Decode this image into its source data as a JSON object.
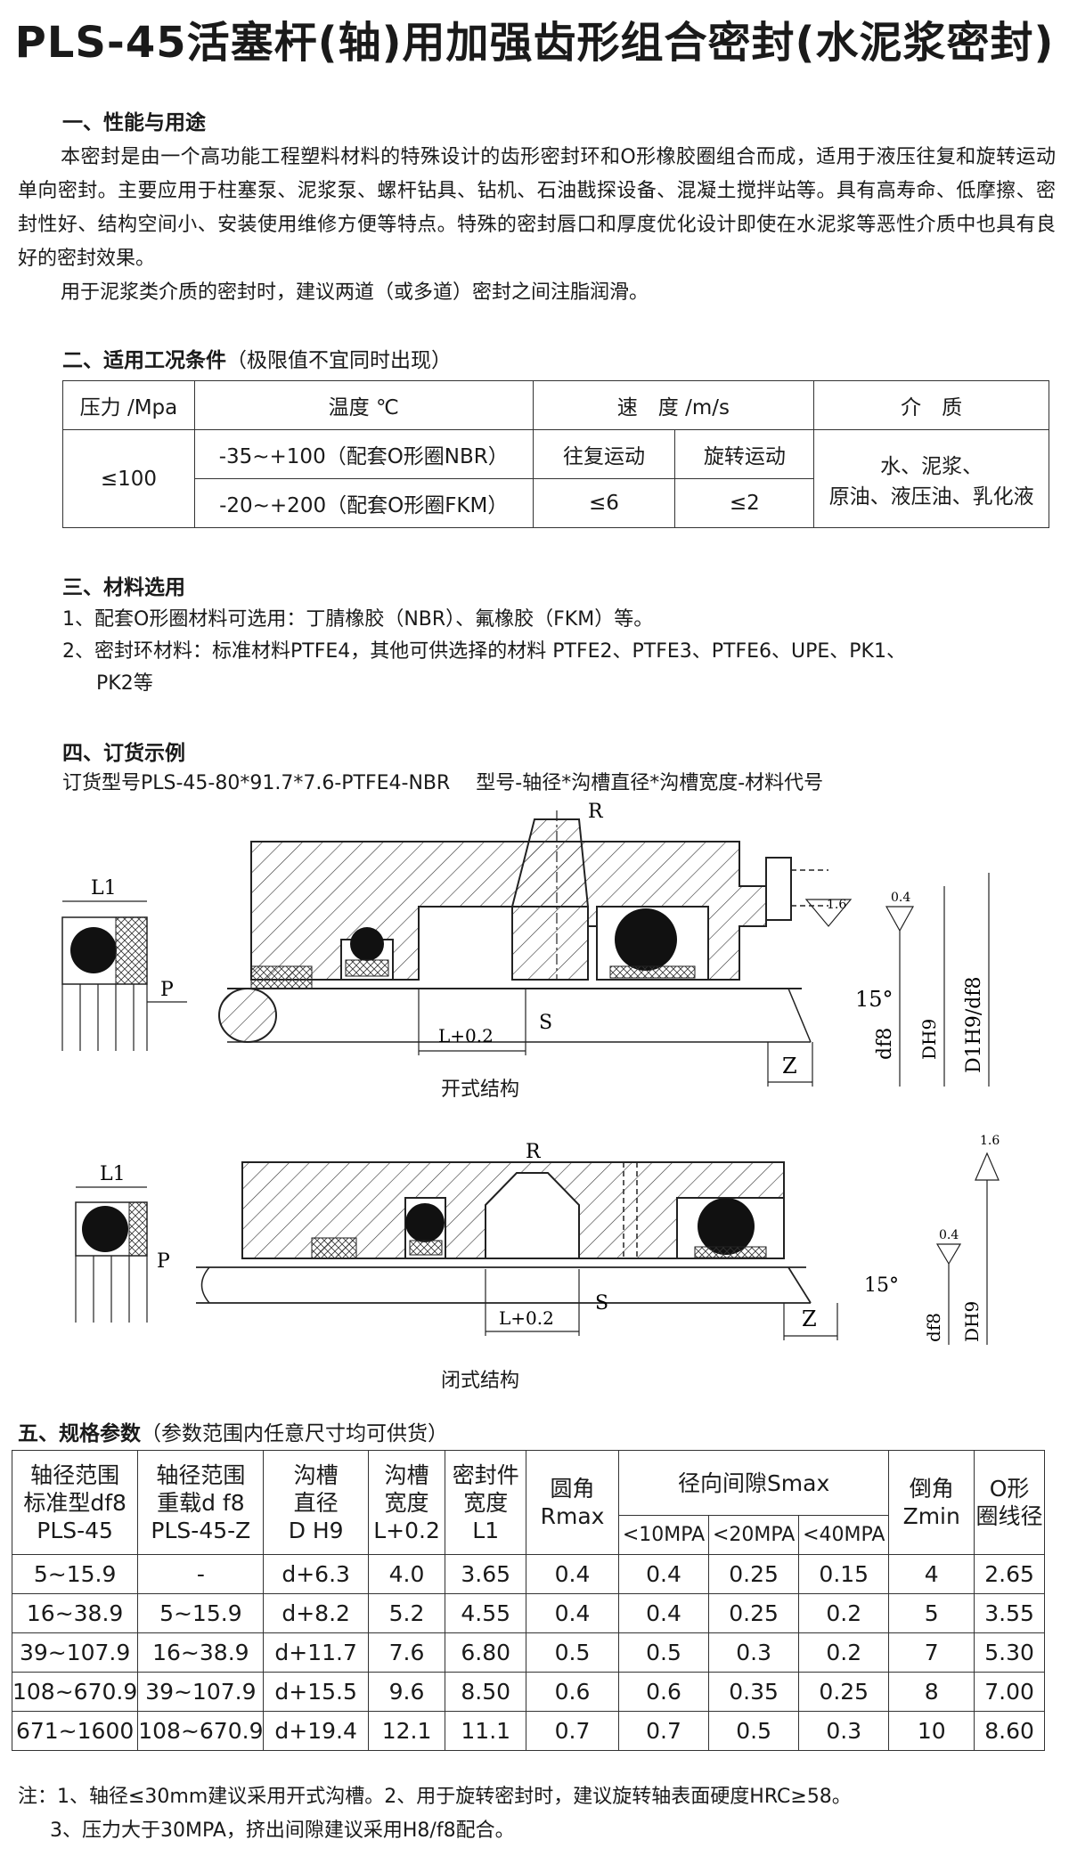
{
  "title": "PLS-45活塞杆(轴)用加强齿形组合密封(水泥浆密封)",
  "section1": {
    "heading": "一、性能与用途",
    "para1": "本密封是由一个高功能工程塑料材料的特殊设计的齿形密封环和O形橡胶圈组合而成，适用于液压往复和旋转运动单向密封。主要应用于柱塞泵、泥浆泵、螺杆钻具、钻机、石油戡探设备、混凝土搅拌站等。具有高寿命、低摩擦、密封性好、结构空间小、安装使用维修方便等特点。特殊的密封唇口和厚度优化设计即使在水泥浆等恶性介质中也具有良好的密封效果。",
    "para2": "用于泥浆类介质的密封时，建议两道（或多道）密封之间注脂润滑。"
  },
  "section2": {
    "heading": "二、适用工况条件",
    "heading_note": "（极限值不宜同时出现）",
    "table": {
      "h_pressure": "压力 /Mpa",
      "h_temp": "温度 ℃",
      "h_speed": "速　度 /m/s",
      "h_medium": "介　质",
      "pressure": "≤100",
      "temp1": "-35~+100（配套O形圈NBR）",
      "temp2": "-20~+200（配套O形圈FKM）",
      "speed_recip": "往复运动",
      "speed_rot": "旋转运动",
      "speed_recip_val": "≤6",
      "speed_rot_val": "≤2",
      "medium1": "水、泥浆、",
      "medium2": "原油、液压油、乳化液"
    }
  },
  "section3": {
    "heading": "三、材料选用",
    "item1": "1、配套O形圈材料可选用：丁腈橡胶（NBR）、氟橡胶（FKM）等。",
    "item2": "2、密封环材料：标准材料PTFE4，其他可供选择的材料 PTFE2、PTFE3、PTFE6、UPE、PK1、",
    "item2b": "PK2等"
  },
  "section4": {
    "heading": "四、订货示例",
    "example": "订货型号PLS-45-80*91.7*7.6-PTFE4-NBR　 型号-轴径*沟槽直径*沟槽宽度-材料代号"
  },
  "diagram_open": {
    "caption": "开式结构",
    "labels": {
      "l1": "L1",
      "p": "P",
      "r": "R",
      "lw": "L+0.2",
      "s": "S",
      "z": "Z",
      "angle": "15°",
      "r16": "1.6",
      "r04": "0.4",
      "df8": "df8",
      "dh9": "DH9",
      "d1": "D1H9/df8"
    }
  },
  "diagram_closed": {
    "caption": "闭式结构",
    "labels": {
      "l1": "L1",
      "p": "P",
      "r": "R",
      "lw": "L+0.2",
      "s": "S",
      "z": "Z",
      "angle": "15°",
      "r16": "1.6",
      "r04": "0.4",
      "df8": "df8",
      "dh9": "DH9"
    }
  },
  "section5": {
    "heading": "五、规格参数",
    "heading_note": "（参数范围内任意尺寸均可供货）",
    "headers": {
      "c1": [
        "轴径范围",
        "标准型df8",
        "PLS-45"
      ],
      "c2": [
        "轴径范围",
        "重载d f8",
        "PLS-45-Z"
      ],
      "c3": [
        "沟槽",
        "直径",
        "D H9"
      ],
      "c4": [
        "沟槽",
        "宽度",
        "L+0.2"
      ],
      "c5": [
        "密封件",
        "宽度",
        "L1"
      ],
      "c6": [
        "圆角",
        "Rmax"
      ],
      "c7": "径向间隙Smax",
      "c7a": "<10MPA",
      "c7b": "<20MPA",
      "c7c": "<40MPA",
      "c8": [
        "倒角",
        "Zmin"
      ],
      "c9": [
        "O形",
        "圈线径"
      ]
    },
    "rows": [
      [
        "5~15.9",
        "-",
        "d+6.3",
        "4.0",
        "3.65",
        "0.4",
        "0.4",
        "0.25",
        "0.15",
        "4",
        "2.65"
      ],
      [
        "16~38.9",
        "5~15.9",
        "d+8.2",
        "5.2",
        "4.55",
        "0.4",
        "0.4",
        "0.25",
        "0.2",
        "5",
        "3.55"
      ],
      [
        "39~107.9",
        "16~38.9",
        "d+11.7",
        "7.6",
        "6.80",
        "0.5",
        "0.5",
        "0.3",
        "0.2",
        "7",
        "5.30"
      ],
      [
        "108~670.9",
        "39~107.9",
        "d+15.5",
        "9.6",
        "8.50",
        "0.6",
        "0.6",
        "0.35",
        "0.25",
        "8",
        "7.00"
      ],
      [
        "671~1600",
        "108~670.9",
        "d+19.4",
        "12.1",
        "11.1",
        "0.7",
        "0.7",
        "0.5",
        "0.3",
        "10",
        "8.60"
      ]
    ],
    "note1": "注：1、轴径≤30mm建议采用开式沟槽。2、用于旋转密封时，建议旋转轴表面硬度HRC≥58。",
    "note2": "3、压力大于30MPA，挤出间隙建议采用H8/f8配合。"
  }
}
